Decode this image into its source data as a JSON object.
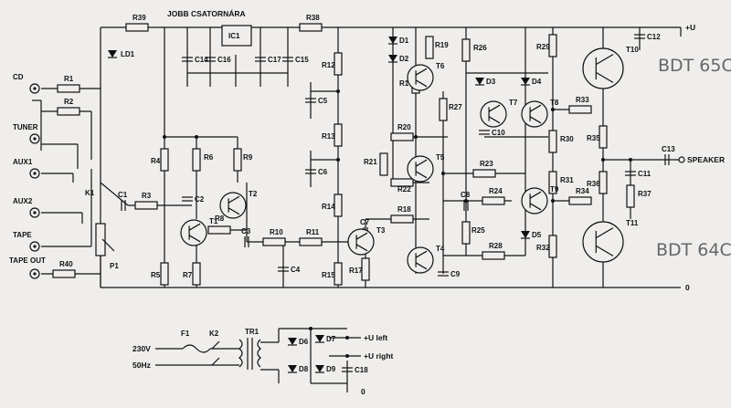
{
  "labels": {
    "header": "JOBB CSATORNÁRA",
    "plus_u": "+U",
    "speaker": "SPEAKER",
    "zero_main": "0",
    "zero_psu": "0",
    "u_left": "+U left",
    "u_right": "+U right",
    "mains_v": "230V",
    "mains_f": "50Hz"
  },
  "inputs": [
    "CD",
    "TUNER",
    "AUX1",
    "AUX2",
    "TAPE",
    "TAPE OUT"
  ],
  "handwritten": {
    "top": "BDT 65C",
    "bottom": "BDT 64C"
  },
  "resistors": [
    "R1",
    "R2",
    "R3",
    "R4",
    "R5",
    "R6",
    "R7",
    "R8",
    "R9",
    "R10",
    "R11",
    "R12",
    "R13",
    "R14",
    "R15",
    "R16",
    "R17",
    "R18",
    "R19",
    "R20",
    "R21",
    "R22",
    "R23",
    "R24",
    "R25",
    "R26",
    "R27",
    "R28",
    "R29",
    "R30",
    "R31",
    "R32",
    "R33",
    "R34",
    "R35",
    "R36",
    "R37",
    "R38",
    "R39",
    "R40"
  ],
  "capacitors": [
    "C1",
    "C2",
    "C3",
    "C4",
    "C5",
    "C6",
    "C7",
    "C8",
    "C9",
    "C10",
    "C11",
    "C12",
    "C13",
    "C14",
    "C15",
    "C16",
    "C17",
    "C18"
  ],
  "transistors": [
    "T1",
    "T2",
    "T3",
    "T4",
    "T5",
    "T6",
    "T7",
    "T8",
    "T9",
    "T10",
    "T11"
  ],
  "diodes": [
    "D1",
    "D2",
    "D3",
    "D4",
    "D5",
    "D6",
    "D7",
    "D8",
    "D9"
  ],
  "misc": {
    "ic": "IC1",
    "led": "LD1",
    "pot": "P1",
    "switch": "K1",
    "mains_switch": "K2",
    "fuse": "F1",
    "transformer": "TR1"
  }
}
